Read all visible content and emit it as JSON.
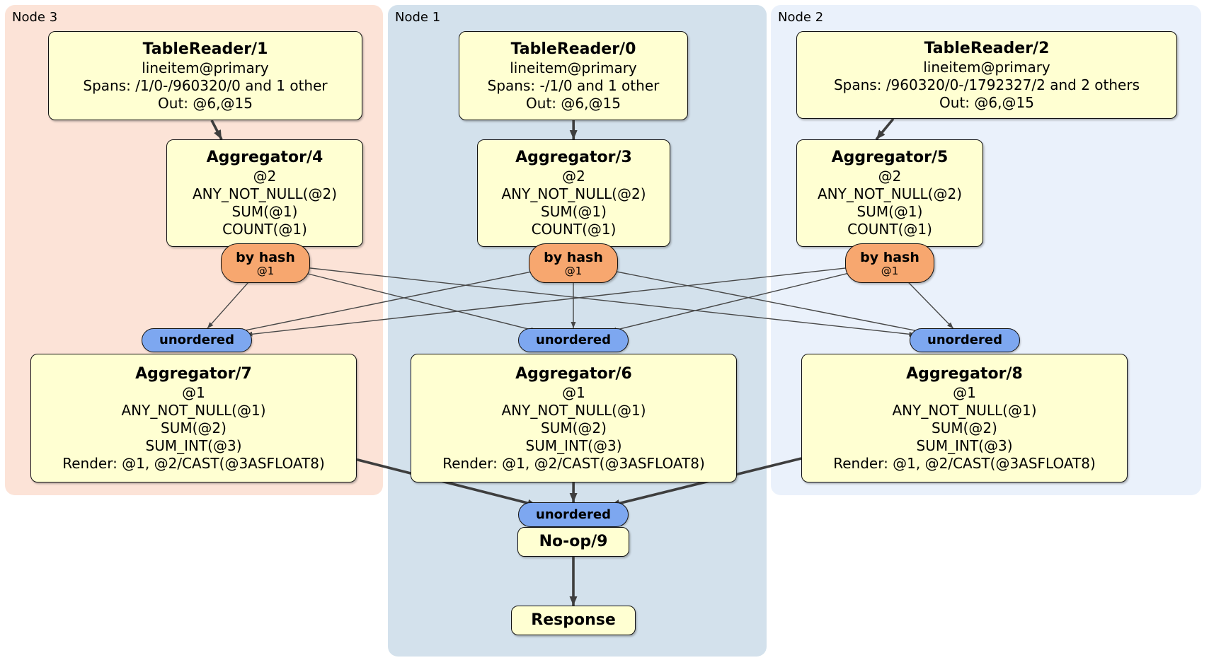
{
  "regions": {
    "node3": {
      "label": "Node 3"
    },
    "node1": {
      "label": "Node 1"
    },
    "node2": {
      "label": "Node 2"
    }
  },
  "nodes": {
    "tr1": {
      "title": "TableReader/1",
      "lines": [
        "lineitem@primary",
        "Spans: /1/0-/960320/0 and 1 other",
        "Out: @6,@15"
      ]
    },
    "tr0": {
      "title": "TableReader/0",
      "lines": [
        "lineitem@primary",
        "Spans: -/1/0 and 1 other",
        "Out: @6,@15"
      ]
    },
    "tr2": {
      "title": "TableReader/2",
      "lines": [
        "lineitem@primary",
        "Spans: /960320/0-/1792327/2 and 2 others",
        "Out: @6,@15"
      ]
    },
    "agg4": {
      "title": "Aggregator/4",
      "lines": [
        "@2",
        "ANY_NOT_NULL(@2)",
        "SUM(@1)",
        "COUNT(@1)"
      ]
    },
    "agg3": {
      "title": "Aggregator/3",
      "lines": [
        "@2",
        "ANY_NOT_NULL(@2)",
        "SUM(@1)",
        "COUNT(@1)"
      ]
    },
    "agg5": {
      "title": "Aggregator/5",
      "lines": [
        "@2",
        "ANY_NOT_NULL(@2)",
        "SUM(@1)",
        "COUNT(@1)"
      ]
    },
    "bh3": {
      "title": "by hash",
      "sub": "@1"
    },
    "bh1": {
      "title": "by hash",
      "sub": "@1"
    },
    "bh2": {
      "title": "by hash",
      "sub": "@1"
    },
    "u3": {
      "title": "unordered"
    },
    "u1": {
      "title": "unordered"
    },
    "u2": {
      "title": "unordered"
    },
    "agg7": {
      "title": "Aggregator/7",
      "lines": [
        "@1",
        "ANY_NOT_NULL(@1)",
        "SUM(@2)",
        "SUM_INT(@3)",
        "Render: @1, @2/CAST(@3ASFLOAT8)"
      ]
    },
    "agg6": {
      "title": "Aggregator/6",
      "lines": [
        "@1",
        "ANY_NOT_NULL(@1)",
        "SUM(@2)",
        "SUM_INT(@3)",
        "Render: @1, @2/CAST(@3ASFLOAT8)"
      ]
    },
    "agg8": {
      "title": "Aggregator/8",
      "lines": [
        "@1",
        "ANY_NOT_NULL(@1)",
        "SUM(@2)",
        "SUM_INT(@3)",
        "Render: @1, @2/CAST(@3ASFLOAT8)"
      ]
    },
    "ub": {
      "title": "unordered"
    },
    "noop": {
      "title": "No-op/9"
    },
    "resp": {
      "title": "Response"
    }
  },
  "edges": [
    {
      "from": "tr1",
      "to": "agg4",
      "kind": "thick"
    },
    {
      "from": "tr0",
      "to": "agg3",
      "kind": "thick"
    },
    {
      "from": "tr2",
      "to": "agg5",
      "kind": "thick"
    },
    {
      "from": "bh3",
      "to": "u3",
      "kind": "thin"
    },
    {
      "from": "bh3",
      "to": "u1",
      "kind": "thin"
    },
    {
      "from": "bh3",
      "to": "u2",
      "kind": "thin"
    },
    {
      "from": "bh1",
      "to": "u3",
      "kind": "thin"
    },
    {
      "from": "bh1",
      "to": "u1",
      "kind": "thin"
    },
    {
      "from": "bh1",
      "to": "u2",
      "kind": "thin"
    },
    {
      "from": "bh2",
      "to": "u3",
      "kind": "thin"
    },
    {
      "from": "bh2",
      "to": "u1",
      "kind": "thin"
    },
    {
      "from": "bh2",
      "to": "u2",
      "kind": "thin"
    },
    {
      "from": "agg7",
      "to": "ub",
      "kind": "thick"
    },
    {
      "from": "agg6",
      "to": "ub",
      "kind": "thick"
    },
    {
      "from": "agg8",
      "to": "ub",
      "kind": "thick"
    },
    {
      "from": "noop",
      "to": "resp",
      "kind": "thick"
    }
  ],
  "colors": {
    "node3_bg": "#fce3d7",
    "node1_bg": "#d3e1ec",
    "node2_bg": "#eaf1fb",
    "box_fill": "#ffffd2",
    "box_border": "#111111",
    "hash_fill": "#f7a76f",
    "stream_fill": "#7da7f0",
    "edge_thin": "#474747",
    "edge_thick": "#3e3e3e"
  }
}
